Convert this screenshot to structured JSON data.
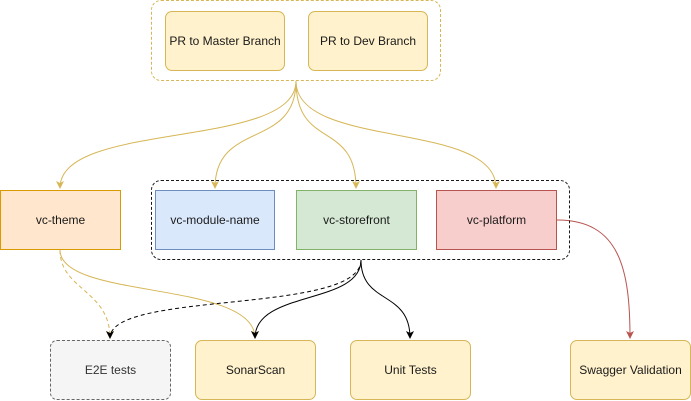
{
  "nodes": {
    "pr_master": "PR to Master Branch",
    "pr_dev": "PR to Dev Branch",
    "vc_theme": "vc-theme",
    "vc_module_name": "vc-module-name",
    "vc_storefront": "vc-storefront",
    "vc_platform": "vc-platform",
    "e2e_tests": "E2E tests",
    "sonarscan": "SonarScan",
    "unit_tests": "Unit Tests",
    "swagger_validation": "Swagger Validation"
  },
  "colors": {
    "yellow_fill": "#fff2cc",
    "yellow_stroke": "#d6b656",
    "orange_fill": "#ffe6cc",
    "orange_stroke": "#d79b00",
    "blue_fill": "#dae8fc",
    "blue_stroke": "#6c8ebf",
    "green_fill": "#d5e8d4",
    "green_stroke": "#82b366",
    "red_fill": "#f8cecc",
    "red_stroke": "#b85450",
    "gray_fill": "#f5f5f5",
    "gray_stroke": "#666666"
  }
}
